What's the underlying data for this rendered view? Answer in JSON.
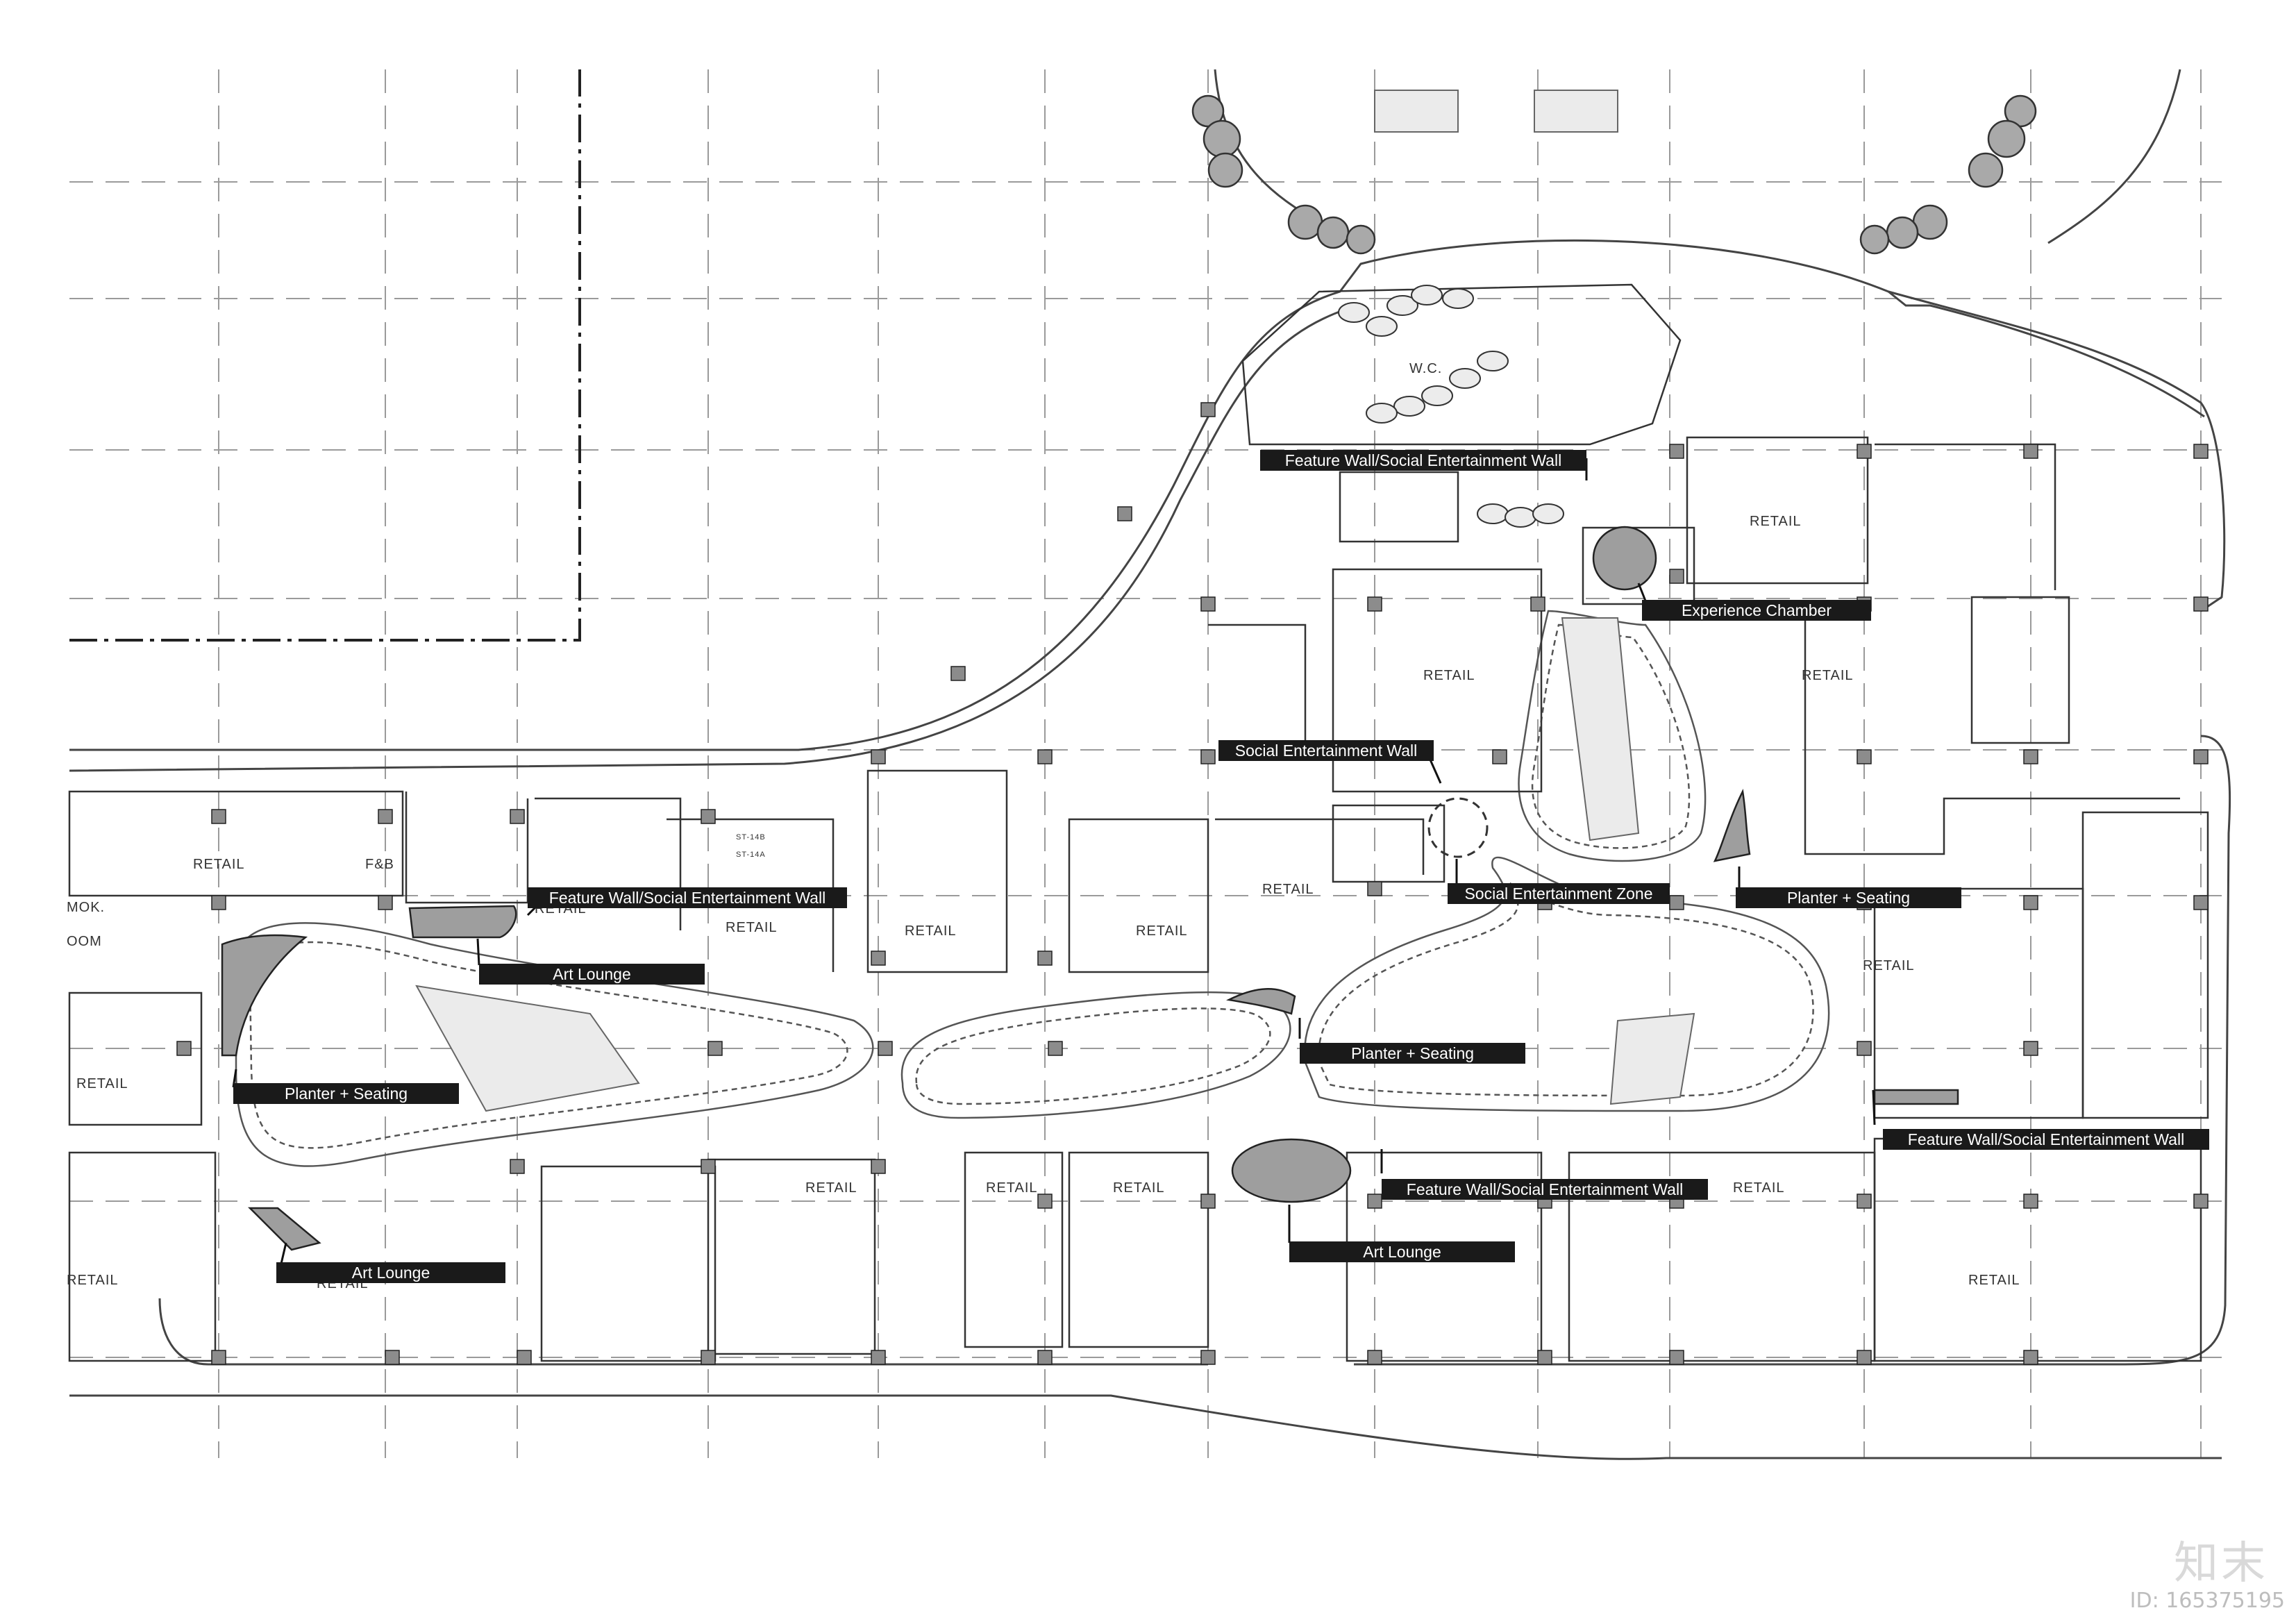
{
  "annotations": [
    {
      "id": "a1",
      "label": "Feature Wall/Social Entertainment Wall"
    },
    {
      "id": "a2",
      "label": "Experience Chamber"
    },
    {
      "id": "a3",
      "label": "Social Entertainment Wall"
    },
    {
      "id": "a4",
      "label": "Social Entertainment Zone"
    },
    {
      "id": "a5",
      "label": "Planter + Seating"
    },
    {
      "id": "a6",
      "label": "Feature Wall/Social Entertainment Wall"
    },
    {
      "id": "a7",
      "label": "Art Lounge"
    },
    {
      "id": "a8",
      "label": "Planter + Seating"
    },
    {
      "id": "a9",
      "label": "Planter + Seating"
    },
    {
      "id": "a10",
      "label": "Feature Wall/Social Entertainment Wall"
    },
    {
      "id": "a11",
      "label": "Feature Wall/Social Entertainment Wall"
    },
    {
      "id": "a12",
      "label": "Art Lounge"
    },
    {
      "id": "a13",
      "label": "Art Lounge"
    }
  ],
  "rooms": [
    {
      "id": "r1",
      "label": "W.C."
    },
    {
      "id": "r2",
      "label": "RETAIL"
    },
    {
      "id": "r3",
      "label": "RETAIL"
    },
    {
      "id": "r4",
      "label": "RETAIL"
    },
    {
      "id": "r5",
      "label": "RETAIL"
    },
    {
      "id": "r6",
      "label": "F&B"
    },
    {
      "id": "r7",
      "label": "RETAIL"
    },
    {
      "id": "r8",
      "label": "RETAIL"
    },
    {
      "id": "r9",
      "label": "RETAIL"
    },
    {
      "id": "r10",
      "label": "RETAIL"
    },
    {
      "id": "r11",
      "label": "RETAIL"
    },
    {
      "id": "r12",
      "label": "RETAIL"
    },
    {
      "id": "r13",
      "label": "RETAIL"
    },
    {
      "id": "r14",
      "label": "RETAIL"
    },
    {
      "id": "r15",
      "label": "RETAIL"
    },
    {
      "id": "r16",
      "label": "RETAIL"
    },
    {
      "id": "r17",
      "label": "RETAIL"
    },
    {
      "id": "r18",
      "label": "RETAIL"
    },
    {
      "id": "r19",
      "label": "RETAIL"
    },
    {
      "id": "r20",
      "label": "RETAIL"
    },
    {
      "id": "r21",
      "label": "MOK."
    },
    {
      "id": "r22",
      "label": "OOM"
    },
    {
      "id": "r23",
      "label": "ST-14B"
    },
    {
      "id": "r24",
      "label": "ST-14A"
    }
  ],
  "watermark": {
    "logo": "知末",
    "id_text": "ID: 165375195"
  }
}
